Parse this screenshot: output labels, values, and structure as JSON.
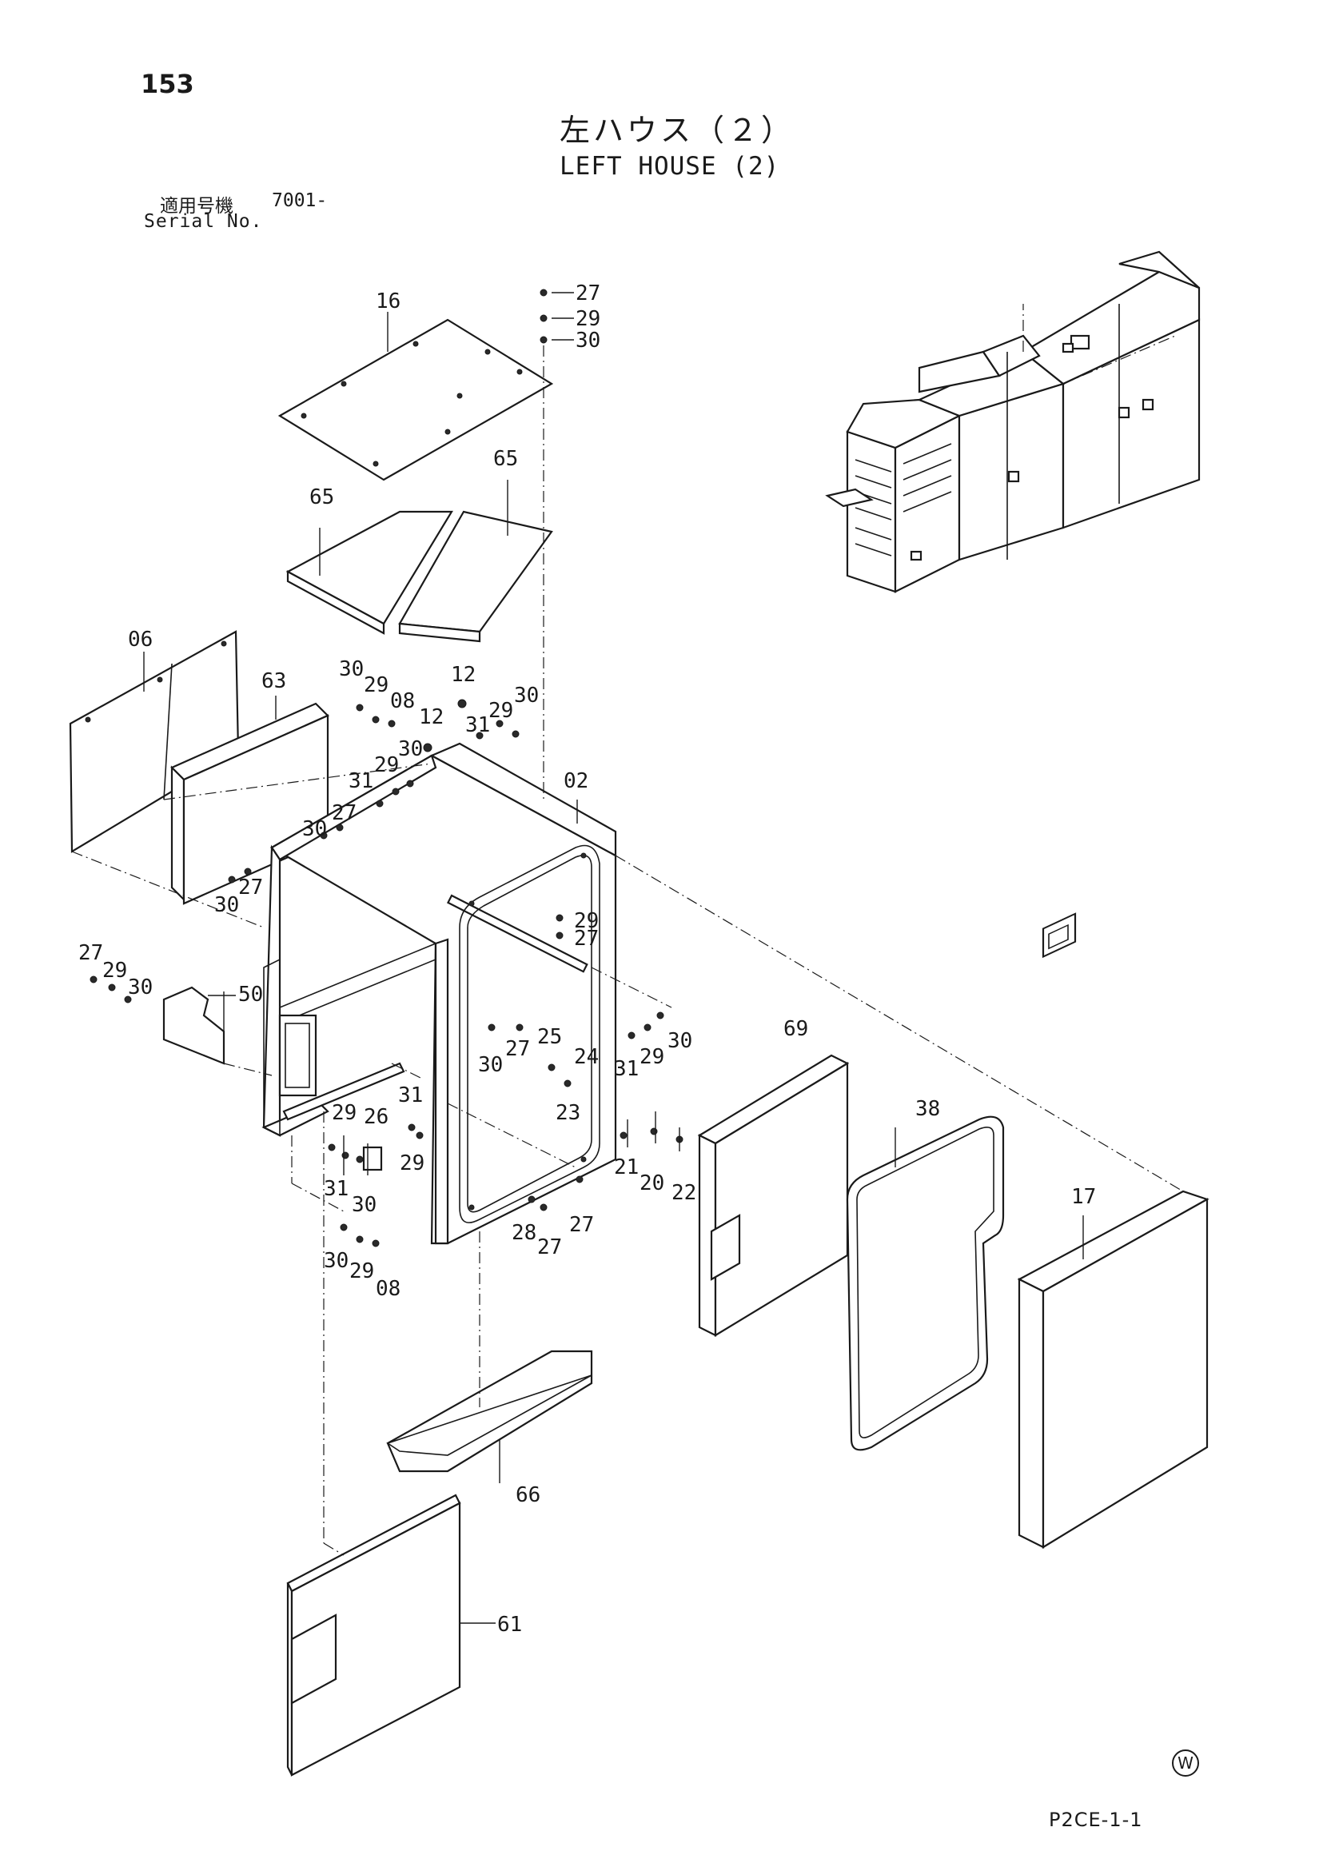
{
  "page": {
    "number": "153",
    "title_jp": "左ハウス（２）",
    "title_en": "LEFT HOUSE (2)",
    "serial_label_jp": "適用号機",
    "serial_label_en": "Serial No.",
    "serial_value": "7001-",
    "doc_code": "P2CE-1-1",
    "mark": "W"
  },
  "callouts": [
    "16",
    "27",
    "29",
    "30",
    "65",
    "65",
    "06",
    "63",
    "30",
    "29",
    "08",
    "12",
    "12",
    "30",
    "29",
    "31",
    "30",
    "31",
    "29",
    "30",
    "27",
    "02",
    "30",
    "27",
    "29",
    "27",
    "27",
    "29",
    "30",
    "50",
    "30",
    "27",
    "25",
    "24",
    "31",
    "29",
    "30",
    "23",
    "29",
    "26",
    "31",
    "29",
    "31",
    "30",
    "21",
    "20",
    "22",
    "28",
    "27",
    "27",
    "30",
    "29",
    "08",
    "69",
    "38",
    "17",
    "66",
    "61"
  ],
  "labels": {
    "p16": "16",
    "p27a": "27",
    "p29a": "29",
    "p30a": "30",
    "p65a": "65",
    "p65b": "65",
    "p06": "06",
    "p63": "63",
    "p30b": "30",
    "p29b": "29",
    "p08a": "08",
    "p12a": "12",
    "p12b": "12",
    "p31a": "31",
    "p29c": "29",
    "p30c": "30",
    "p31b": "31",
    "p29d": "29",
    "p30d": "30",
    "p30e": "30",
    "p27b": "27",
    "p02": "02",
    "p30f": "30",
    "p27c": "27",
    "p29e": "29",
    "p27d": "27",
    "p27e": "27",
    "p29f": "29",
    "p30g": "30",
    "p50": "50",
    "p30h": "30",
    "p27f": "27",
    "p25": "25",
    "p24": "24",
    "p31c": "31",
    "p29g": "29",
    "p30i": "30",
    "p23": "23",
    "p29h": "29",
    "p26": "26",
    "p31d": "31",
    "p29i": "29",
    "p31e": "31",
    "p30j": "30",
    "p21": "21",
    "p20": "20",
    "p22": "22",
    "p28": "28",
    "p27g": "27",
    "p27h": "27",
    "p30k": "30",
    "p29j": "29",
    "p08b": "08",
    "p69": "69",
    "p38": "38",
    "p17": "17",
    "p66": "66",
    "p61": "61"
  }
}
